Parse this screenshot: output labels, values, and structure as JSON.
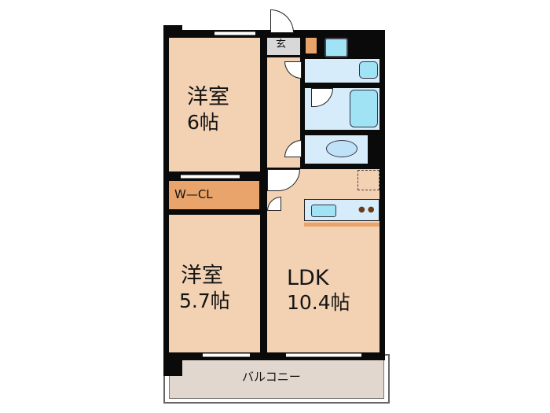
{
  "floorplan": {
    "rooms": [
      {
        "id": "western-room-1",
        "name": "洋室",
        "size": "6帖"
      },
      {
        "id": "western-room-2",
        "name": "洋室",
        "size": "5.7帖"
      },
      {
        "id": "ldk",
        "name": "LDK",
        "size": "10.4帖"
      },
      {
        "id": "walk-in-closet",
        "name": "W—CL"
      },
      {
        "id": "entrance",
        "name": "玄"
      },
      {
        "id": "balcony",
        "name": "バルコニー"
      }
    ],
    "colors": {
      "room": "#f3d2b4",
      "wall": "#0a0a0a",
      "closet": "#e8a46a",
      "wet_area": "#d7ecfb",
      "fixture": "#9fe3f5",
      "entrance": "#d8d8d8",
      "balcony": "#e2d7cf"
    }
  }
}
